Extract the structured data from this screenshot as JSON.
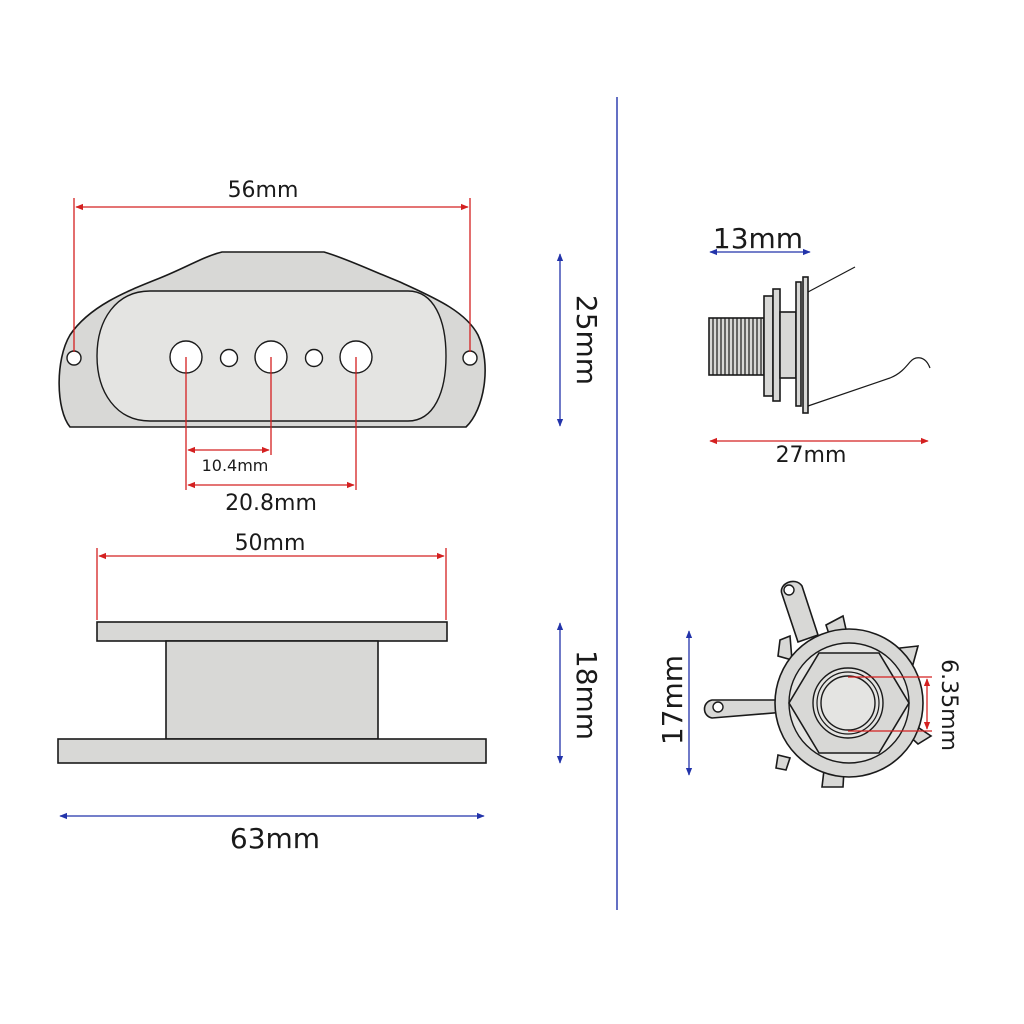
{
  "dimensions": {
    "pickup_width": "56mm",
    "pickup_height": "25mm",
    "pole_spacing_single": "10.4mm",
    "pole_spacing_double": "20.8mm",
    "base_top_width": "50mm",
    "base_height": "18mm",
    "base_bottom_width": "63mm",
    "jack_thread_length": "13mm",
    "jack_total_length": "27mm",
    "jack_diameter": "17mm",
    "jack_plug_size": "6.35mm"
  },
  "colors": {
    "dimension_red": "#d42020",
    "dimension_blue": "#2233aa",
    "part_fill": "#d8d8d6",
    "outline": "#1a1a1a"
  }
}
